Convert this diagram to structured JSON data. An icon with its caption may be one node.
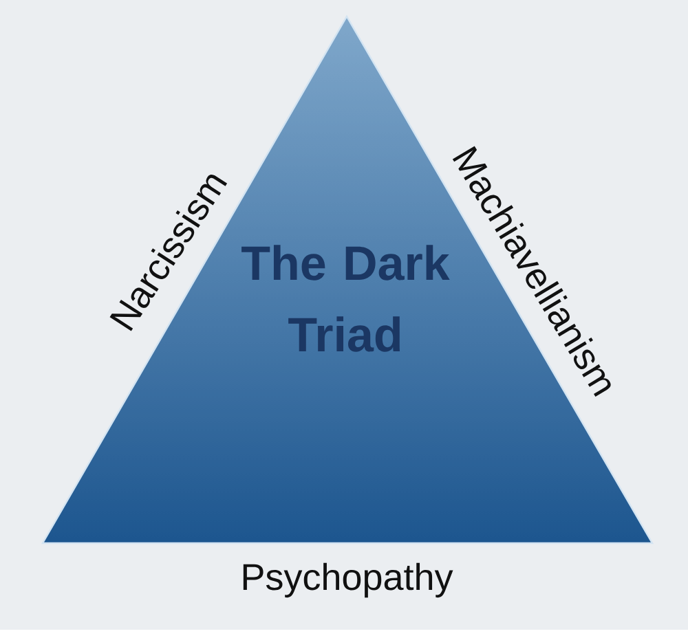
{
  "diagram": {
    "nodes": [
      {
        "text": [
          "The Dark Triad"
        ]
      }
    ],
    "labels": [
      "Narcissism",
      "Machiavellianism",
      "Psychopathy"
    ]
  }
}
